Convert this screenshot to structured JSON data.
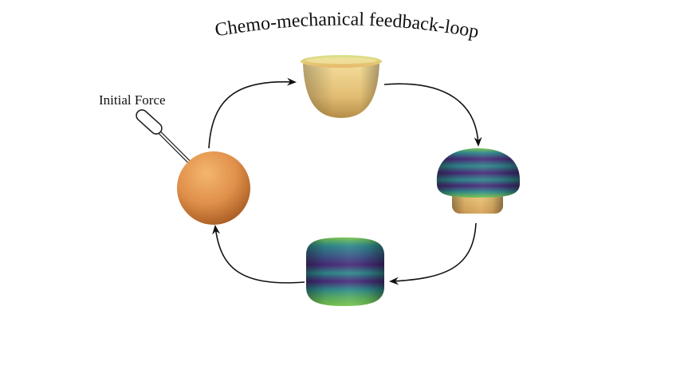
{
  "title": "Chemo-mechanical feedback-loop",
  "initial_force_label": "Initial Force",
  "colors": {
    "orange": "#e0904a",
    "sand": "#e3c27c",
    "purple": "#4a2a7a",
    "teal": "#2f8a8c",
    "green": "#79c44e",
    "arrow": "#111111"
  },
  "stages": [
    {
      "name": "sphere",
      "shading": "orange"
    },
    {
      "name": "cup",
      "shading": "sand"
    },
    {
      "name": "mushroom",
      "shading": "striped"
    },
    {
      "name": "barrel",
      "shading": "striped"
    }
  ]
}
